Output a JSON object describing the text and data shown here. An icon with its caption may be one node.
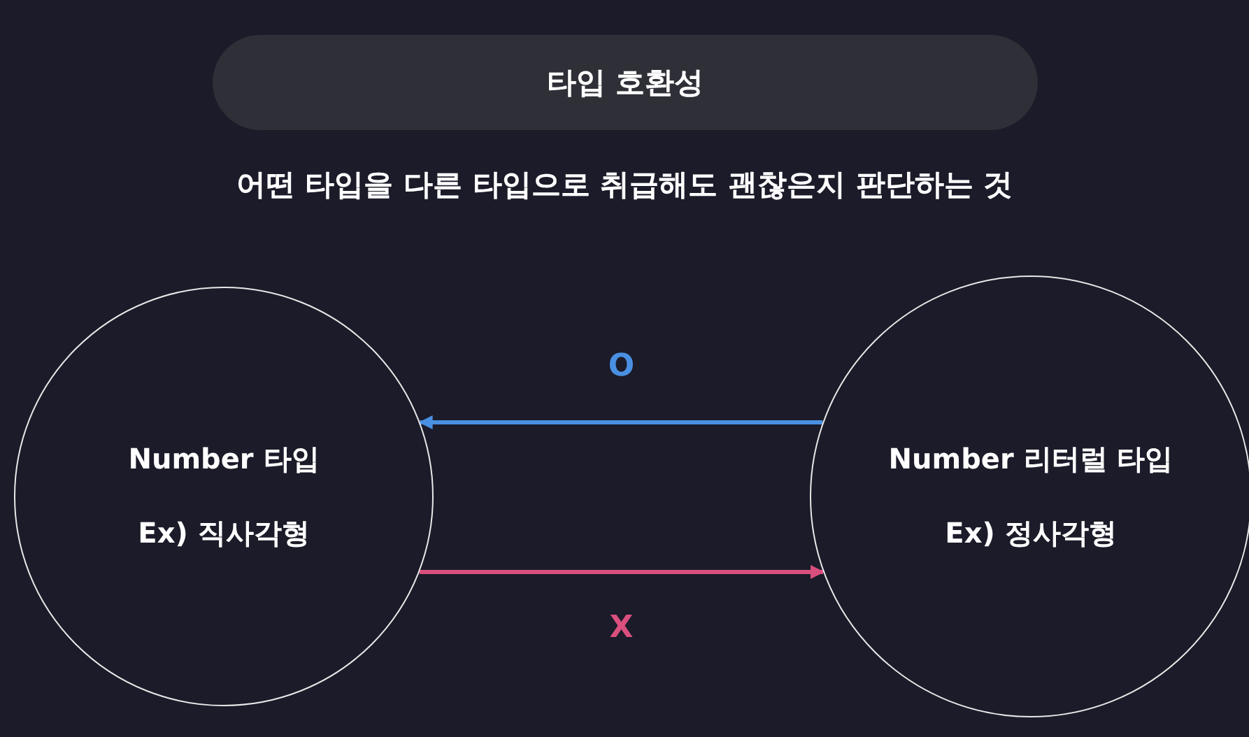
{
  "diagram": {
    "title": "타입 호환성",
    "nodes": [
      {
        "text": [
          "Number 타입",
          "Ex) 직사각형"
        ]
      },
      {
        "text": [
          "Number 리터럴 타입",
          "Ex) 정사각형"
        ]
      }
    ],
    "edges": [
      {
        "from": 1,
        "to": 0,
        "arrow": "to",
        "label": "O",
        "color": "#4a90e2"
      },
      {
        "from": 0,
        "to": 1,
        "arrow": "to",
        "label": "X",
        "color": "#d94f7e"
      }
    ],
    "labels": [
      "어떤 타입을 다른 타입으로 취급해도 괜찮은지 판단하는 것"
    ]
  }
}
